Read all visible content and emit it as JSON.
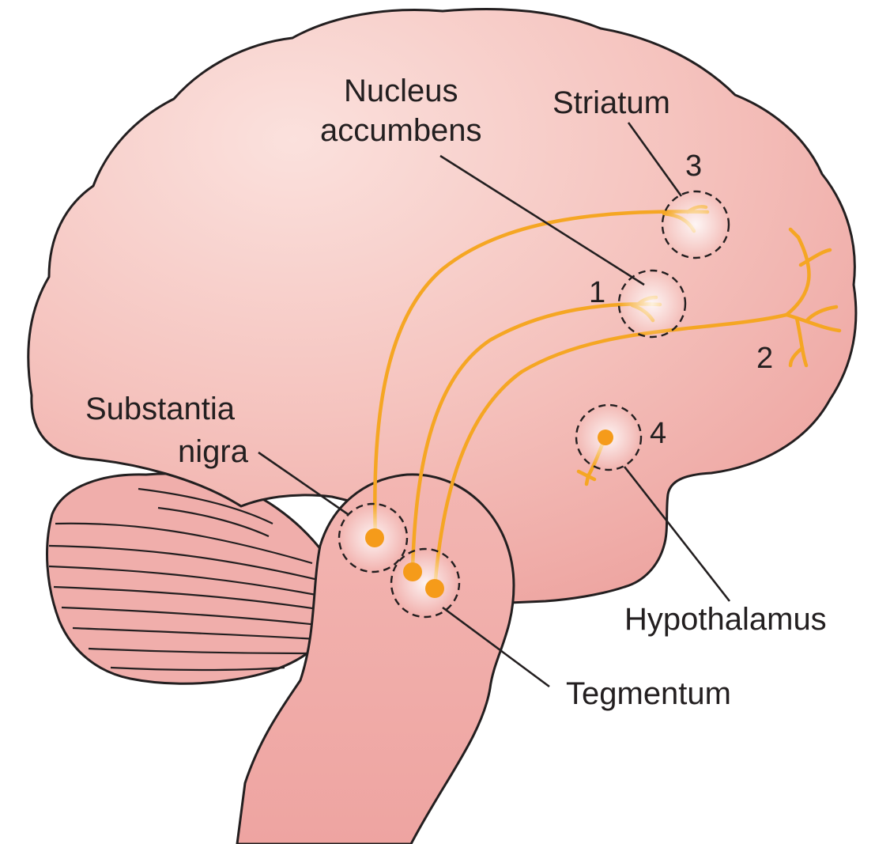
{
  "labels": {
    "nucleus_accumbens_line1": "Nucleus",
    "nucleus_accumbens_line2": "accumbens",
    "striatum": "Striatum",
    "substantia_nigra_line1": "Substantia",
    "substantia_nigra_line2": "nigra",
    "hypothalamus": "Hypothalamus",
    "tegmentum": "Tegmentum"
  },
  "pathway_numbers": {
    "p1": "1",
    "p2": "2",
    "p3": "3",
    "p4": "4"
  },
  "colors": {
    "brain_fill": "#f2b8b3",
    "brain_highlight": "#f9dcd8",
    "pathway": "#f5a623",
    "cell_body": "#f59b1a",
    "outline": "#231f20"
  }
}
